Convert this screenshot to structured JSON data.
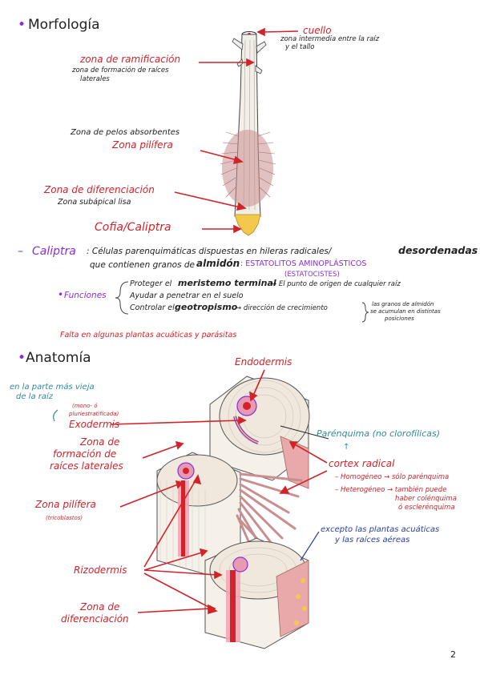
{
  "morfologia": {
    "title": "Morfología",
    "cuello": "cuello",
    "cuello_desc_1": "zona intermedia entre la raíz",
    "cuello_desc_2": "y el tallo",
    "ramificacion": "zona de ramificación",
    "ramificacion_desc_1": "zona de formación de raíces",
    "ramificacion_desc_2": "laterales",
    "pelos": "Zona de pelos absorbentes",
    "pilifera": "Zona pilífera",
    "diferenciacion": "Zona de diferenciación",
    "subapical": "Zona subápical lisa",
    "cofia": "Cofia/Caliptra"
  },
  "caliptra": {
    "dash": "–",
    "title": "Caliptra",
    "line1a": ": Células parenquimáticas dispuestas en hileras radicales/",
    "line1b": "desordenadas",
    "line2a": "que contienen granos de",
    "line2b": "almidón",
    "line2c": ": ESTATOLITOS AMINOPLÁSTICOS",
    "line2d": "(ESTATOCISTES)",
    "funciones": "Funciones",
    "f1a": "Proteger el",
    "f1b": "meristemo terminal",
    "f1c": "→ El punto de origen de cualquier raíz",
    "f2": "Ayudar a penetrar en el suelo",
    "f3a": "Controlar el",
    "f3b": "geotropismo",
    "f3c": "→ dirección de crecimiento",
    "f3note_1": "las granos de almidón",
    "f3note_2": "se acumulan en distintas",
    "f3note_3": "posiciones",
    "falta": "Falta en algunas plantas acuáticas y parásitas"
  },
  "anatomia": {
    "title": "Anatomía",
    "endodermis": "Endodermis",
    "vieja_1": "en la parte más vieja",
    "vieja_2": "de la raíz",
    "mono_1": "(mono- ó",
    "mono_2": "pluriestratificada)",
    "exodermis": "Exodermis",
    "parenquima": "Parénquima (no clorofílicas)",
    "arrow_up": "↑",
    "formacion_1": "Zona de",
    "formacion_2": "formación de",
    "formacion_3": "raíces laterales",
    "cortex": "cortex radical",
    "homogeneo": "– Homogéneo → sólo parénquima",
    "heterogeneo": "– Heterogéneo → también puede",
    "hetero_2": "haber colénquima",
    "hetero_3": "ó esclerénquima",
    "pilifera": "Zona pilífera",
    "tricoblastos": "(tricoblastos)",
    "excepto_1": "excepto las plantas acuáticas",
    "excepto_2": "y las raíces aéreas",
    "rizodermis": "Rizodermis",
    "difer_1": "Zona de",
    "difer_2": "diferenciación"
  },
  "page_number": "2",
  "colors": {
    "red": "#d2232a",
    "purple": "#8a2be2",
    "teal": "#2e8b9a",
    "blue": "#2a3f9e"
  }
}
